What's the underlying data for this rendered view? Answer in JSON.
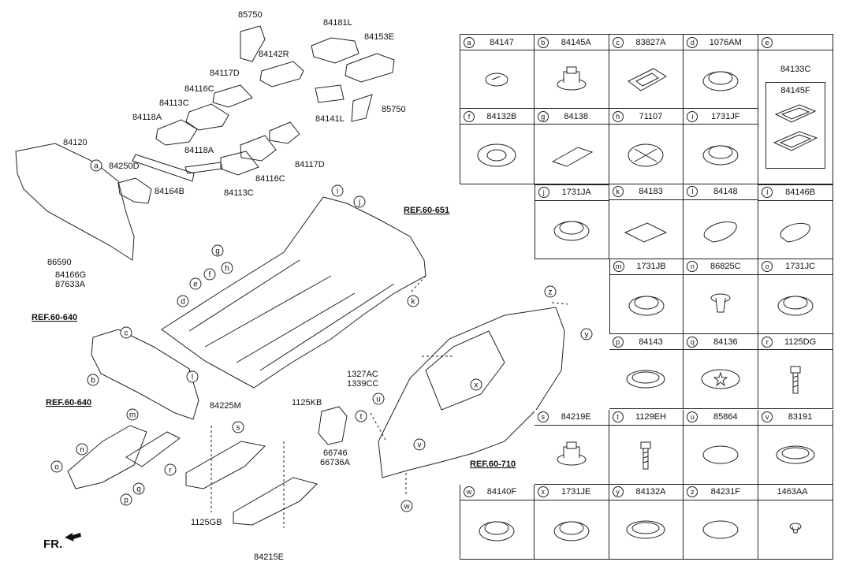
{
  "callouts": {
    "c85750a": "85750",
    "c84181L": "84181L",
    "c84153E": "84153E",
    "c84142R": "84142R",
    "c84117Da": "84117D",
    "c84116Ca": "84116C",
    "c84113Ca": "84113C",
    "c84118Aa": "84118A",
    "c84120": "84120",
    "c84250D": "84250D",
    "c84141L": "84141L",
    "c85750b": "85750",
    "c84118Ab": "84118A",
    "c84117Db": "84117D",
    "c84116Cb": "84116C",
    "c84113Cb": "84113C",
    "c84164B": "84164B",
    "c86590": "86590",
    "c84166G": "84166G",
    "c87633A": "87633A",
    "c84225M": "84225M",
    "c1125KB": "1125KB",
    "c1327AC": "1327AC",
    "c1339CC": "1339CC",
    "c66746": "66746",
    "c66736A": "66736A",
    "c1125GB": "1125GB",
    "c84215E": "84215E"
  },
  "refs": {
    "r651": "REF.60-651",
    "r640a": "REF.60-640",
    "r640b": "REF.60-640",
    "r710": "REF.60-710"
  },
  "markers": [
    "a",
    "b",
    "c",
    "d",
    "e",
    "f",
    "g",
    "h",
    "i",
    "j",
    "k",
    "l",
    "m",
    "n",
    "o",
    "p",
    "q",
    "r",
    "s",
    "t",
    "u",
    "v",
    "w",
    "x",
    "y",
    "z"
  ],
  "fr_label": "FR.",
  "parts_table": [
    {
      "letter": "a",
      "code": "84147",
      "icon": "clip-icon"
    },
    {
      "letter": "b",
      "code": "84145A",
      "icon": "nut-icon"
    },
    {
      "letter": "c",
      "code": "83827A",
      "icon": "bracket-icon"
    },
    {
      "letter": "d",
      "code": "1076AM",
      "icon": "plug-icon"
    },
    {
      "letter": "e",
      "code": "",
      "icon": "group-icon",
      "sub": [
        "84133C",
        "84145F"
      ]
    },
    {
      "letter": "f",
      "code": "84132B",
      "icon": "grommet-icon"
    },
    {
      "letter": "g",
      "code": "84138",
      "icon": "plate-icon"
    },
    {
      "letter": "h",
      "code": "71107",
      "icon": "cross-plug-icon"
    },
    {
      "letter": "i",
      "code": "1731JF",
      "icon": "plug-icon"
    },
    {
      "letter": "j",
      "code": "1731JA",
      "icon": "plug-icon"
    },
    {
      "letter": "k",
      "code": "84183",
      "icon": "pad-icon"
    },
    {
      "letter": "l",
      "code": "84148",
      "icon": "oval-plug-icon"
    },
    {
      "letter": "l",
      "code": "84146B",
      "icon": "oval-ring-icon"
    },
    {
      "letter": "m",
      "code": "1731JB",
      "icon": "plug-icon"
    },
    {
      "letter": "n",
      "code": "86825C",
      "icon": "screw-clip-icon"
    },
    {
      "letter": "o",
      "code": "1731JC",
      "icon": "plug-icon"
    },
    {
      "letter": "p",
      "code": "84143",
      "icon": "flat-plug-icon"
    },
    {
      "letter": "q",
      "code": "84136",
      "icon": "star-plug-icon"
    },
    {
      "letter": "r",
      "code": "1125DG",
      "icon": "bolt-icon"
    },
    {
      "letter": "s",
      "code": "84219E",
      "icon": "nut-icon"
    },
    {
      "letter": "t",
      "code": "1129EH",
      "icon": "bolt-icon"
    },
    {
      "letter": "u",
      "code": "85864",
      "icon": "disc-icon"
    },
    {
      "letter": "v",
      "code": "83191",
      "icon": "flat-plug-icon"
    },
    {
      "letter": "w",
      "code": "84140F",
      "icon": "plug-icon"
    },
    {
      "letter": "x",
      "code": "1731JE",
      "icon": "plug-icon"
    },
    {
      "letter": "y",
      "code": "84132A",
      "icon": "flat-plug-icon"
    },
    {
      "letter": "z",
      "code": "84231F",
      "icon": "disc-icon"
    },
    {
      "letter": "",
      "code": "1463AA",
      "icon": "small-clip-icon"
    }
  ]
}
